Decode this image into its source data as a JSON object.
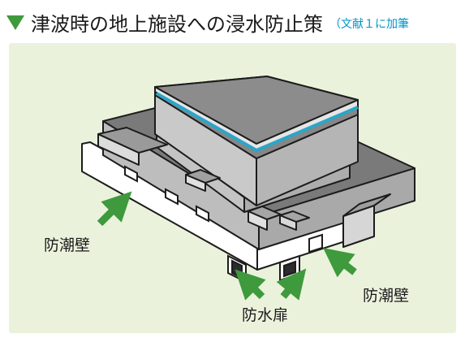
{
  "header": {
    "title": "津波時の地上施設への浸水防止策",
    "source": "（文献１に加筆"
  },
  "labels": {
    "seawall_left": "防潮壁",
    "seawall_right": "防潮壁",
    "watertight_door": "防水扉"
  },
  "colors": {
    "accent_green": "#3e9a3c",
    "panel_bg": "#eaf2dc",
    "source_text": "#0096c8",
    "roof_stripe": "#2aa6c9"
  }
}
